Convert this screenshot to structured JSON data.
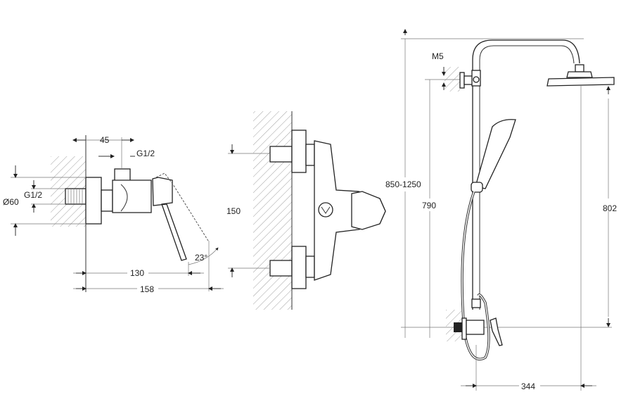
{
  "left_view": {
    "dim_depth_inlet": "45",
    "thread_top": "G1/2",
    "thread_side": "G1/2",
    "flange_diameter": "Ø60",
    "lever_angle": "23°",
    "depth_lever": "130",
    "depth_total": "158"
  },
  "middle_view": {
    "inlet_spacing": "150"
  },
  "right_view": {
    "height_range": "850-1250",
    "bracket_screw": "M5",
    "bracket_height": "790",
    "head_height": "802",
    "arm_reach": "344"
  }
}
